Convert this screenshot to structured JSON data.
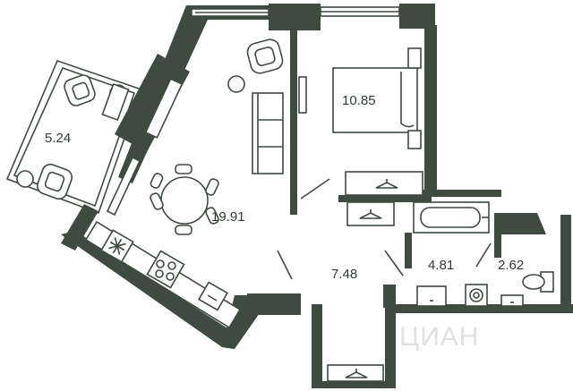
{
  "rooms": {
    "balcony_area": "5.24",
    "living_area": "19.91",
    "bedroom_area": "10.85",
    "hall_area": "7.48",
    "bathroom_area": "4.81",
    "toilet_area": "2.62"
  },
  "watermark": "ЦИАН",
  "colors": {
    "wall": "#3f4a40",
    "background": "#ffffff"
  },
  "icons": [
    "armchair-icon",
    "table-icon",
    "chair-icon",
    "sofa-icon",
    "bed-icon",
    "wardrobe-icon",
    "hanger-icon",
    "bathtub-icon",
    "sink-icon",
    "washing-machine-icon",
    "toilet-icon",
    "kitchen-counter-icon",
    "stove-icon",
    "fridge-icon",
    "lamp-icon",
    "plant-icon",
    "door-icon"
  ]
}
